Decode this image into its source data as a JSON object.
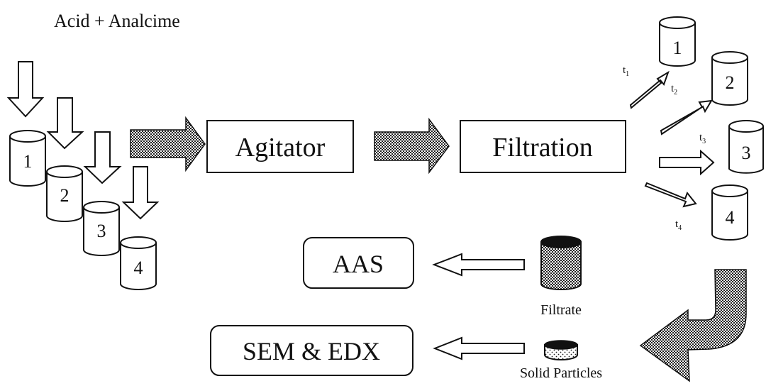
{
  "title": "Acid + Analcime",
  "boxes": {
    "agitator": "Agitator",
    "filtration": "Filtration",
    "aas": "AAS",
    "sem": "SEM & EDX"
  },
  "input_cylinders": [
    "1",
    "2",
    "3",
    "4"
  ],
  "sample_cylinders": [
    "1",
    "2",
    "3",
    "4"
  ],
  "times": [
    {
      "base": "t",
      "sub": "1"
    },
    {
      "base": "t",
      "sub": "2"
    },
    {
      "base": "t",
      "sub": "3"
    },
    {
      "base": "t",
      "sub": "4"
    }
  ],
  "captions": {
    "filtrate": "Filtrate",
    "solid": "Solid Particles"
  }
}
